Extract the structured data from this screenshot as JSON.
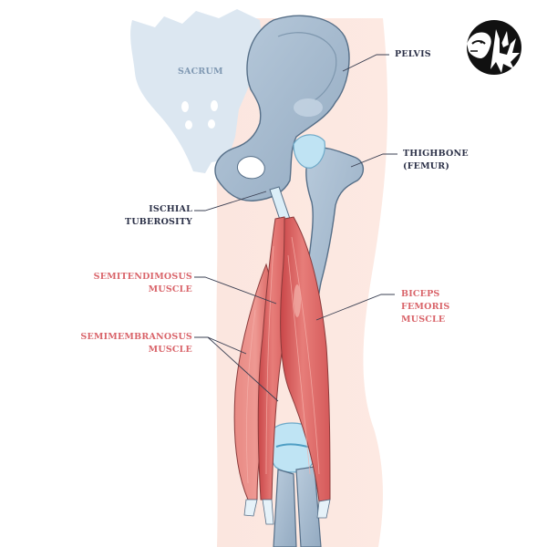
{
  "diagram": {
    "title": "Hamstring muscles anatomy (posterior view)",
    "colors": {
      "bone": "#a9bdd0",
      "bone_outline": "#4e6a85",
      "cartilage": "#bfe4f4",
      "muscle": "#e0706f",
      "muscle_dark": "#c9484a",
      "skin": "#fbe3db",
      "sacrum": "#dbe6f0",
      "label_dark": "#2c3148",
      "label_red": "#d9646a",
      "leader_line": "#3a3f52"
    },
    "labels": {
      "sacrum": {
        "lines": [
          "SACRUM"
        ]
      },
      "pelvis": {
        "lines": [
          "PELVIS"
        ]
      },
      "thighbone": {
        "lines": [
          "THIGHBONE",
          "(FEMUR)"
        ]
      },
      "ischial_tuberosity": {
        "lines": [
          "ISCHIAL",
          "TUBEROSITY"
        ]
      },
      "semitendinosus": {
        "lines": [
          "SEMITENDIMOSUS",
          "MUSCLE"
        ]
      },
      "semimembranosus": {
        "lines": [
          "SEMIMEMBRANOSUS",
          "MUSCLE"
        ]
      },
      "biceps_femoris": {
        "lines": [
          "BICEPS",
          "FEMORIS",
          "MUSCLE"
        ]
      }
    },
    "logo": {
      "icon": "lion-head-icon"
    }
  }
}
